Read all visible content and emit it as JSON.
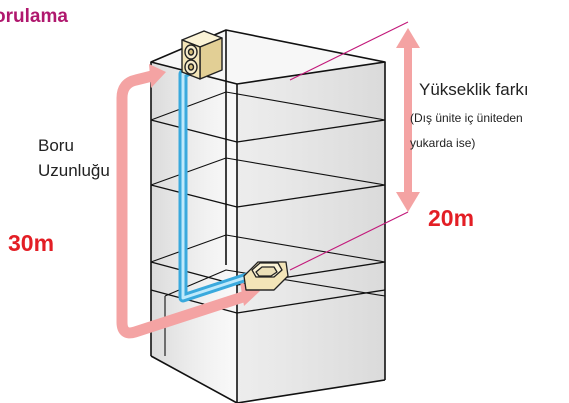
{
  "heading": "orulama",
  "pipe_length_label_line1": "Boru",
  "pipe_length_label_line2": "Uzunluğu",
  "pipe_length_value": "30m",
  "height_diff_label": "Yükseklik farkı",
  "height_diff_note_line1": "(Dış ünite iç üniteden",
  "height_diff_note_line2": "yukarda ise)",
  "height_diff_value": "20m",
  "colors": {
    "heading": "#b0186e",
    "value_red": "#e31e25",
    "arrow_pink": "#f4a3a3",
    "pipe_blue": "#54c2ef",
    "leader_magenta": "#c2187a",
    "unit_beige": "#f3e5b8"
  },
  "icons": [
    "outdoor-unit-icon",
    "indoor-unit-icon",
    "building-icon"
  ]
}
